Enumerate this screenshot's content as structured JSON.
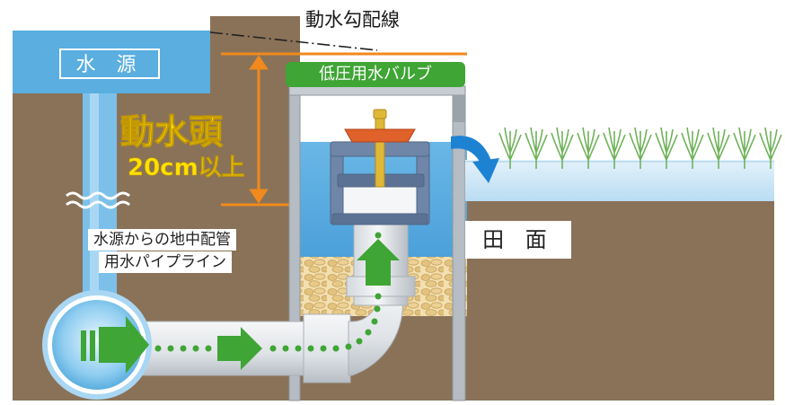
{
  "labels": {
    "slope_line": "動水勾配線",
    "water_source": "水 源",
    "valve": "低圧用水バルブ",
    "dynamic_head": "動水頭",
    "head_height": "20cm以上",
    "pipeline_line1": "水源からの地中配管",
    "pipeline_line2": "用水パイプライン",
    "paddy_surface": "田 面"
  },
  "colors": {
    "soil": "#8a7258",
    "water": "#5aaee0",
    "paddy_water": "#cfe6f6",
    "pipe": "#eef0f2",
    "valve_body": "#6f86a8",
    "valve_handle": "#e0612a",
    "flow_arrow": "#3fa535",
    "head_marker": "#f08a1c",
    "head_text": "#ffe100",
    "gravel": "#e8c98a"
  },
  "icons": {
    "flow": "arrow-right-icon",
    "outflow": "curved-arrow-icon",
    "break": "wavy-break-icon"
  }
}
